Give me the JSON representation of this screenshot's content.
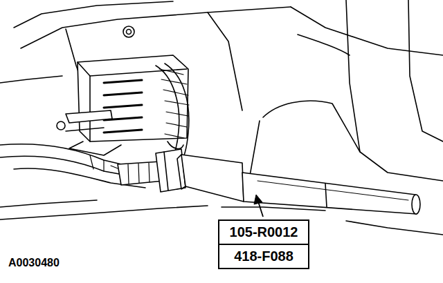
{
  "diagram": {
    "nodes": [
      {
        "text": [
          "105-R0012"
        ]
      },
      {
        "text": [
          "418-F088"
        ]
      }
    ],
    "labels": [
      "A0030480"
    ]
  }
}
